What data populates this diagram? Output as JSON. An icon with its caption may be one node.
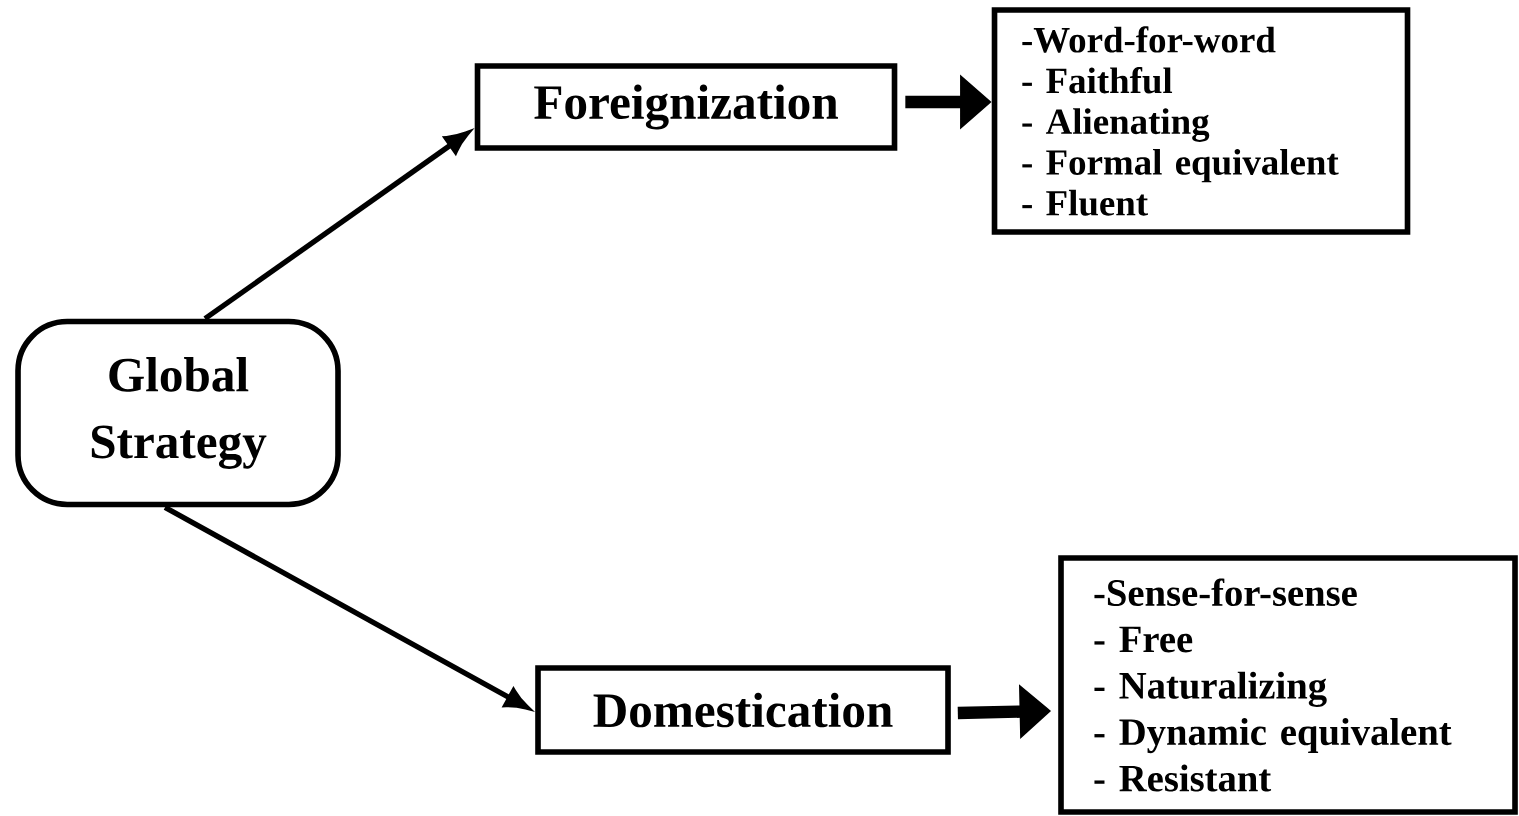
{
  "diagram": {
    "nodes": [
      {
        "text": [
          "Global Strategy"
        ]
      },
      {
        "text": [
          "Foreignization"
        ]
      },
      {
        "text": [
          "-Word-for-word",
          "- Faithful",
          "- Alienating",
          "- Formal equivalent",
          "- Fluent"
        ]
      },
      {
        "text": [
          "Domestication"
        ]
      },
      {
        "text": [
          "-Sense-for-sense",
          "- Free",
          "- Naturalizing",
          "- Dynamic equivalent",
          "- Resistant"
        ]
      }
    ],
    "edges": [
      {
        "from": 0,
        "to": 1,
        "arrow": "to"
      },
      {
        "from": 0,
        "to": 3,
        "arrow": "to"
      },
      {
        "from": 1,
        "to": 2,
        "arrow": "to",
        "style": "thick"
      },
      {
        "from": 3,
        "to": 4,
        "arrow": "to",
        "style": "thick"
      }
    ]
  }
}
